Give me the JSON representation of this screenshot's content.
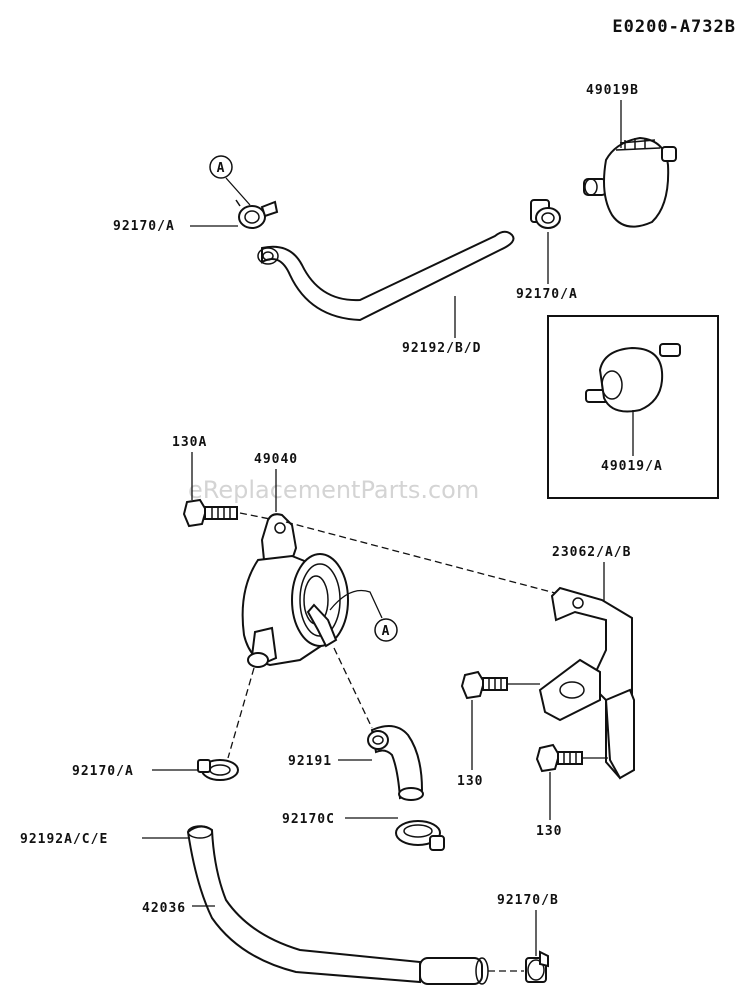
{
  "diagram_code": "E0200-A732B",
  "watermark": "eReplacementParts.com",
  "ref_marker": "A",
  "labels": {
    "p49019B": "49019B",
    "p92170A_top_left": "92170/A",
    "p92170A_top_right": "92170/A",
    "p92192BD": "92192/B/D",
    "p49019A": "49019/A",
    "p130A": "130A",
    "p49040": "49040",
    "p23062AB": "23062/A/B",
    "p130_upper": "130",
    "p130_lower": "130",
    "p92170A_mid": "92170/A",
    "p92191": "92191",
    "p92170C": "92170C",
    "p92192ACE": "92192A/C/E",
    "p42036": "42036",
    "p92170B": "92170/B"
  }
}
